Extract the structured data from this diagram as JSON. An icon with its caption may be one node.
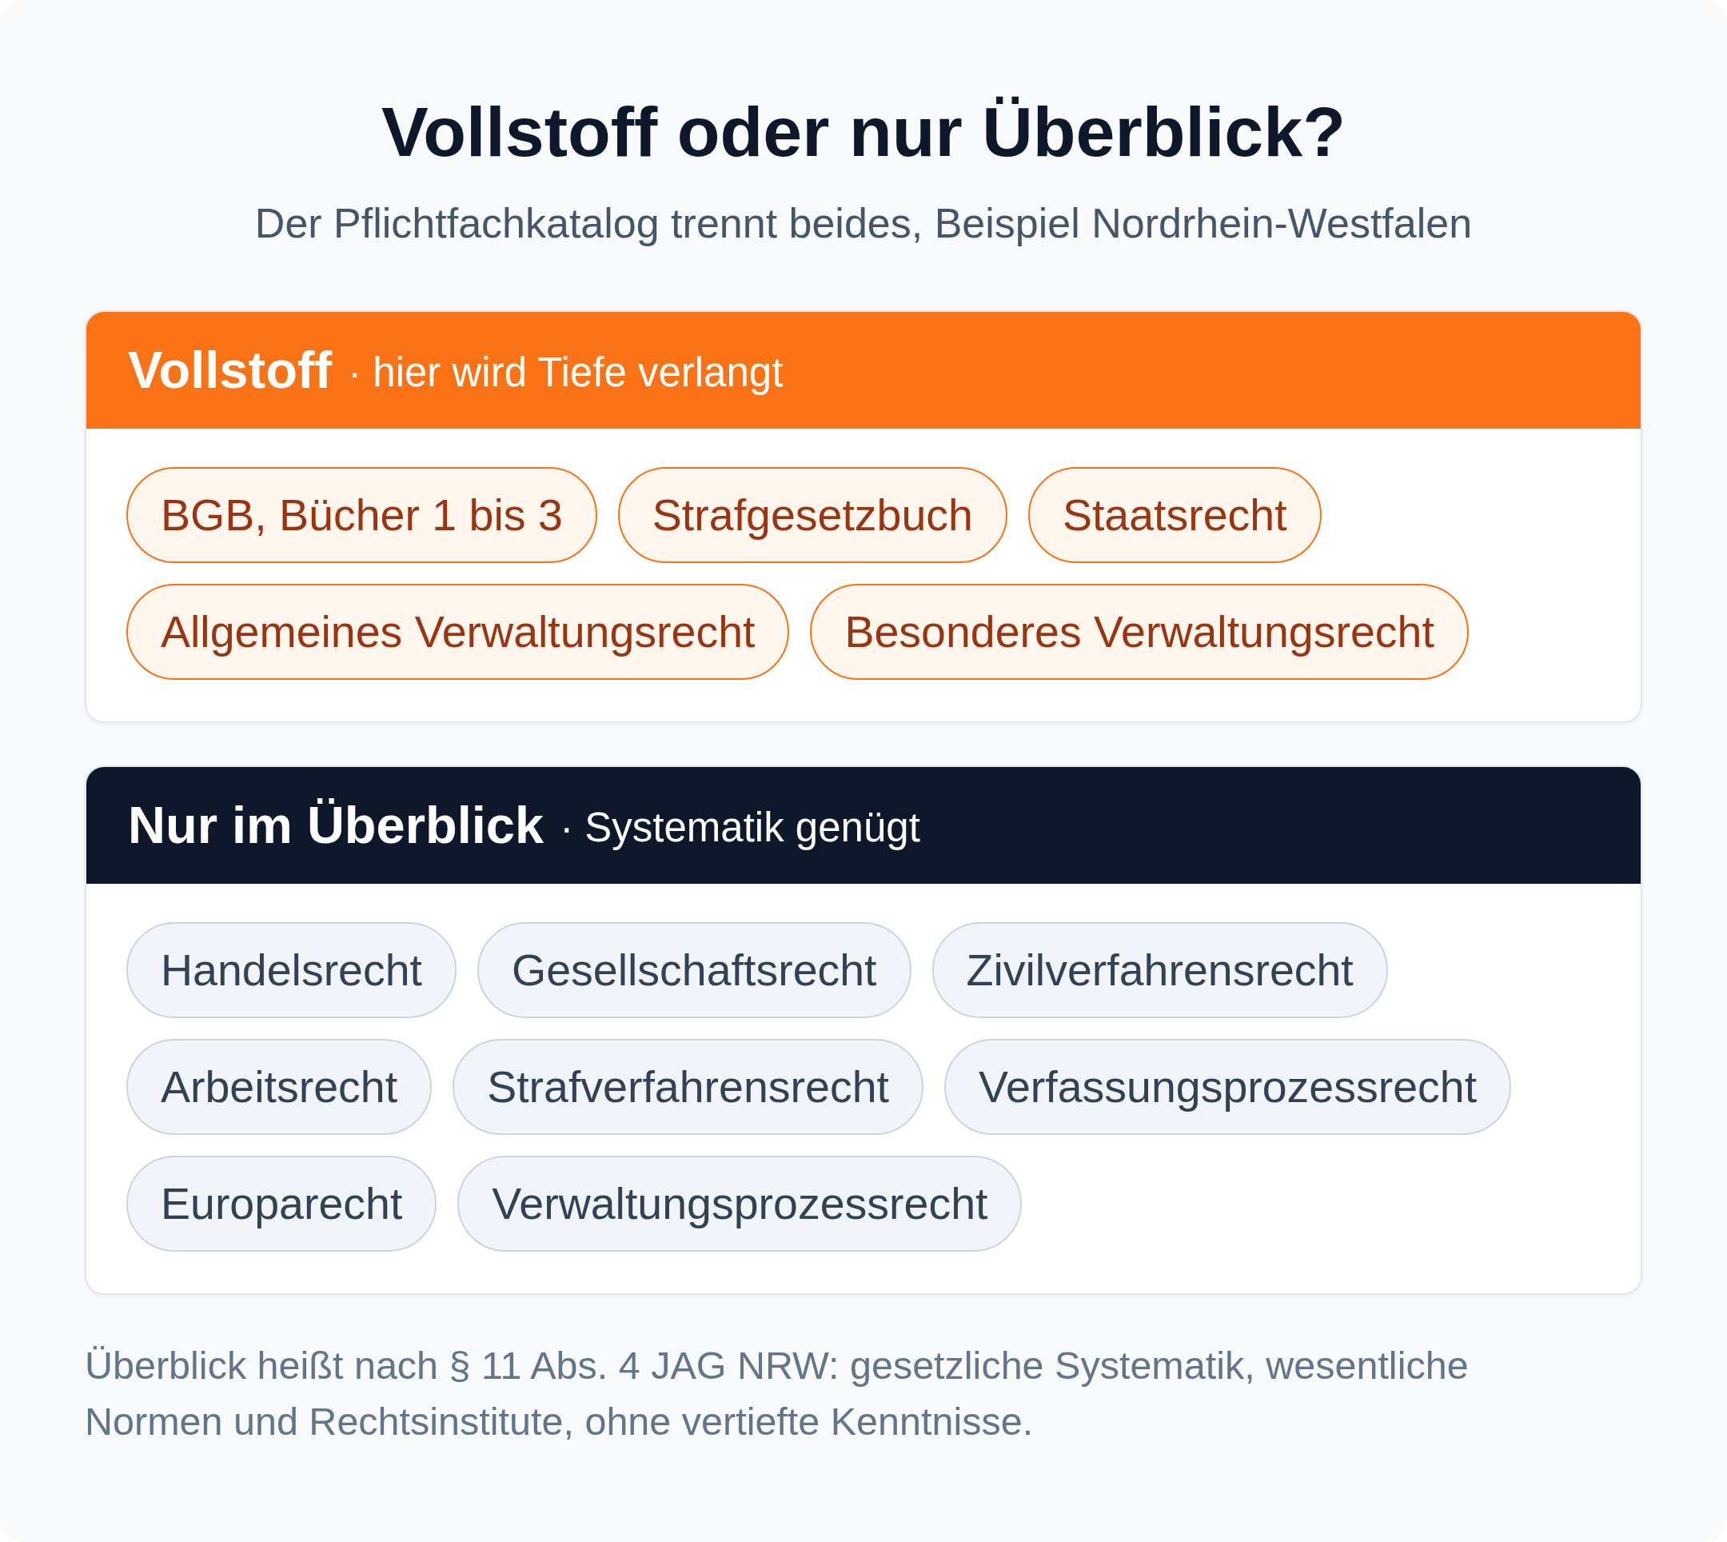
{
  "diagram": {
    "title": "Vollstoff oder nur Überblick?",
    "caption": "Überblick heißt nach § 11 Abs. 4 JAG NRW: gesetzliche Systematik, wesentliche Normen und Rechtsinstitute, ohne vertiefte Kenntnisse.",
    "nodes": [
      {
        "text": [
          "Vollstoff",
          "· hier wird Tiefe verlangt"
        ]
      },
      {
        "text": [
          "BGB, Bücher 1 bis 3"
        ],
        "in": 0
      },
      {
        "text": [
          "Strafgesetzbuch"
        ],
        "in": 0
      },
      {
        "text": [
          "Staatsrecht"
        ],
        "in": 0
      },
      {
        "text": [
          "Allgemeines Verwaltungsrecht"
        ],
        "in": 0
      },
      {
        "text": [
          "Besonderes Verwaltungsrecht"
        ],
        "in": 0
      },
      {
        "text": [
          "Nur im Überblick",
          "· Systematik genügt"
        ]
      },
      {
        "text": [
          "Handelsrecht"
        ],
        "in": 6
      },
      {
        "text": [
          "Gesellschaftsrecht"
        ],
        "in": 6
      },
      {
        "text": [
          "Zivilverfahrensrecht"
        ],
        "in": 6
      },
      {
        "text": [
          "Arbeitsrecht"
        ],
        "in": 6
      },
      {
        "text": [
          "Strafverfahrensrecht"
        ],
        "in": 6
      },
      {
        "text": [
          "Verfassungsprozessrecht"
        ],
        "in": 6
      },
      {
        "text": [
          "Europarecht"
        ],
        "in": 6
      },
      {
        "text": [
          "Verwaltungsprozessrecht"
        ],
        "in": 6
      }
    ],
    "edges": [],
    "labels": [
      "Der Pflichtfachkatalog trennt beides, Beispiel Nordrhein-Westfalen"
    ]
  }
}
